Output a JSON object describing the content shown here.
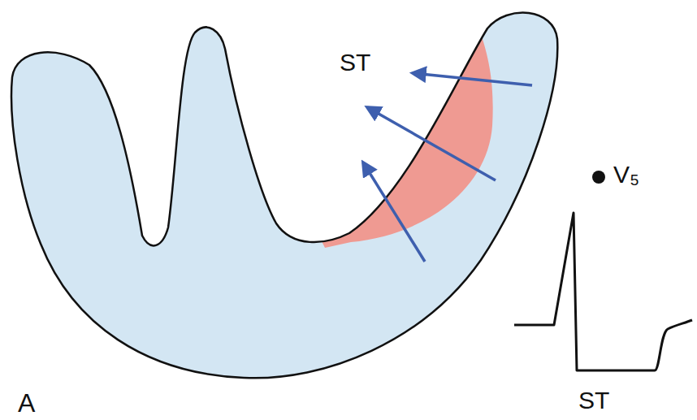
{
  "diagram": {
    "labels": [
      "ST",
      "V₅",
      "ST",
      "A"
    ]
  }
}
